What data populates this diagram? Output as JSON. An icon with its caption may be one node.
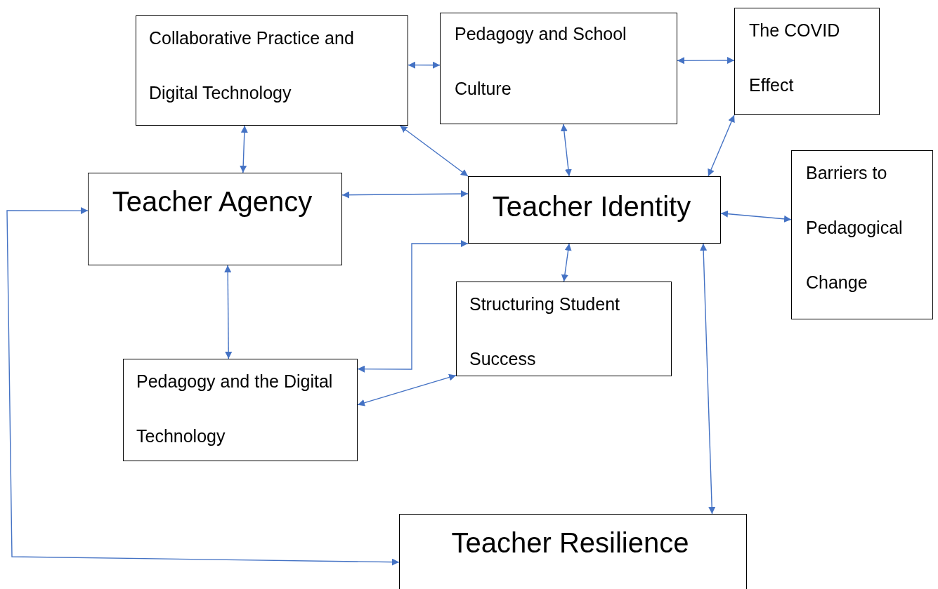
{
  "diagram": {
    "nodes": [
      {
        "text": [
          "Collaborative Practice and Digital Technology"
        ]
      },
      {
        "text": [
          "Pedagogy and School Culture"
        ]
      },
      {
        "text": [
          "The COVID Effect"
        ]
      },
      {
        "text": [
          "Teacher Agency"
        ]
      },
      {
        "text": [
          "Teacher Identity"
        ]
      },
      {
        "text": [
          "Barriers to Pedagogical Change"
        ]
      },
      {
        "text": [
          "Structuring Student Success"
        ]
      },
      {
        "text": [
          "Pedagogy and the Digital Technology"
        ]
      },
      {
        "text": [
          "Teacher Resilience"
        ]
      }
    ],
    "edges": [
      {
        "from": 0,
        "to": 1,
        "arrow": "both"
      },
      {
        "from": 1,
        "to": 2,
        "arrow": "both"
      },
      {
        "from": 0,
        "to": 3,
        "arrow": "both"
      },
      {
        "from": 0,
        "to": 4,
        "arrow": "both"
      },
      {
        "from": 1,
        "to": 4,
        "arrow": "both"
      },
      {
        "from": 2,
        "to": 4,
        "arrow": "both"
      },
      {
        "from": 3,
        "to": 4,
        "arrow": "both"
      },
      {
        "from": 4,
        "to": 5,
        "arrow": "both"
      },
      {
        "from": 4,
        "to": 6,
        "arrow": "both"
      },
      {
        "from": 4,
        "to": 8,
        "arrow": "both"
      },
      {
        "from": 3,
        "to": 7,
        "arrow": "both"
      },
      {
        "from": 7,
        "to": 4,
        "arrow": "both"
      },
      {
        "from": 7,
        "to": 6,
        "arrow": "both"
      },
      {
        "from": 3,
        "to": 8,
        "arrow": "both"
      }
    ]
  }
}
